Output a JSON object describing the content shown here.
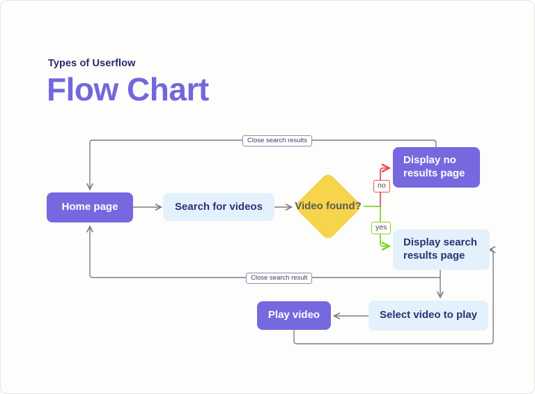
{
  "header": {
    "eyebrow": "Types of Userflow",
    "title": "Flow Chart"
  },
  "flowchart": {
    "nodes": {
      "home": {
        "label": "Home page"
      },
      "search": {
        "label": "Search for videos"
      },
      "decision": {
        "label": "Video found?"
      },
      "no_results": {
        "label": "Display no results page"
      },
      "search_results": {
        "label": "Display search results page"
      },
      "select_video": {
        "label": "Select video to play"
      },
      "play_video": {
        "label": "Play video"
      }
    },
    "edge_labels": {
      "no": "no",
      "yes": "yes",
      "close_search_results": "Close search results",
      "close_search_result": "Close search result"
    }
  },
  "colors": {
    "node_purple": "#7668df",
    "node_blue": "#e3f1fc",
    "diamond_yellow": "#f6d44c",
    "edge_gray": "#7b7b86",
    "edge_red": "#ee4d52",
    "edge_green": "#7fd32b",
    "navy_text": "#2b3272",
    "title_purple": "#7467dc"
  }
}
